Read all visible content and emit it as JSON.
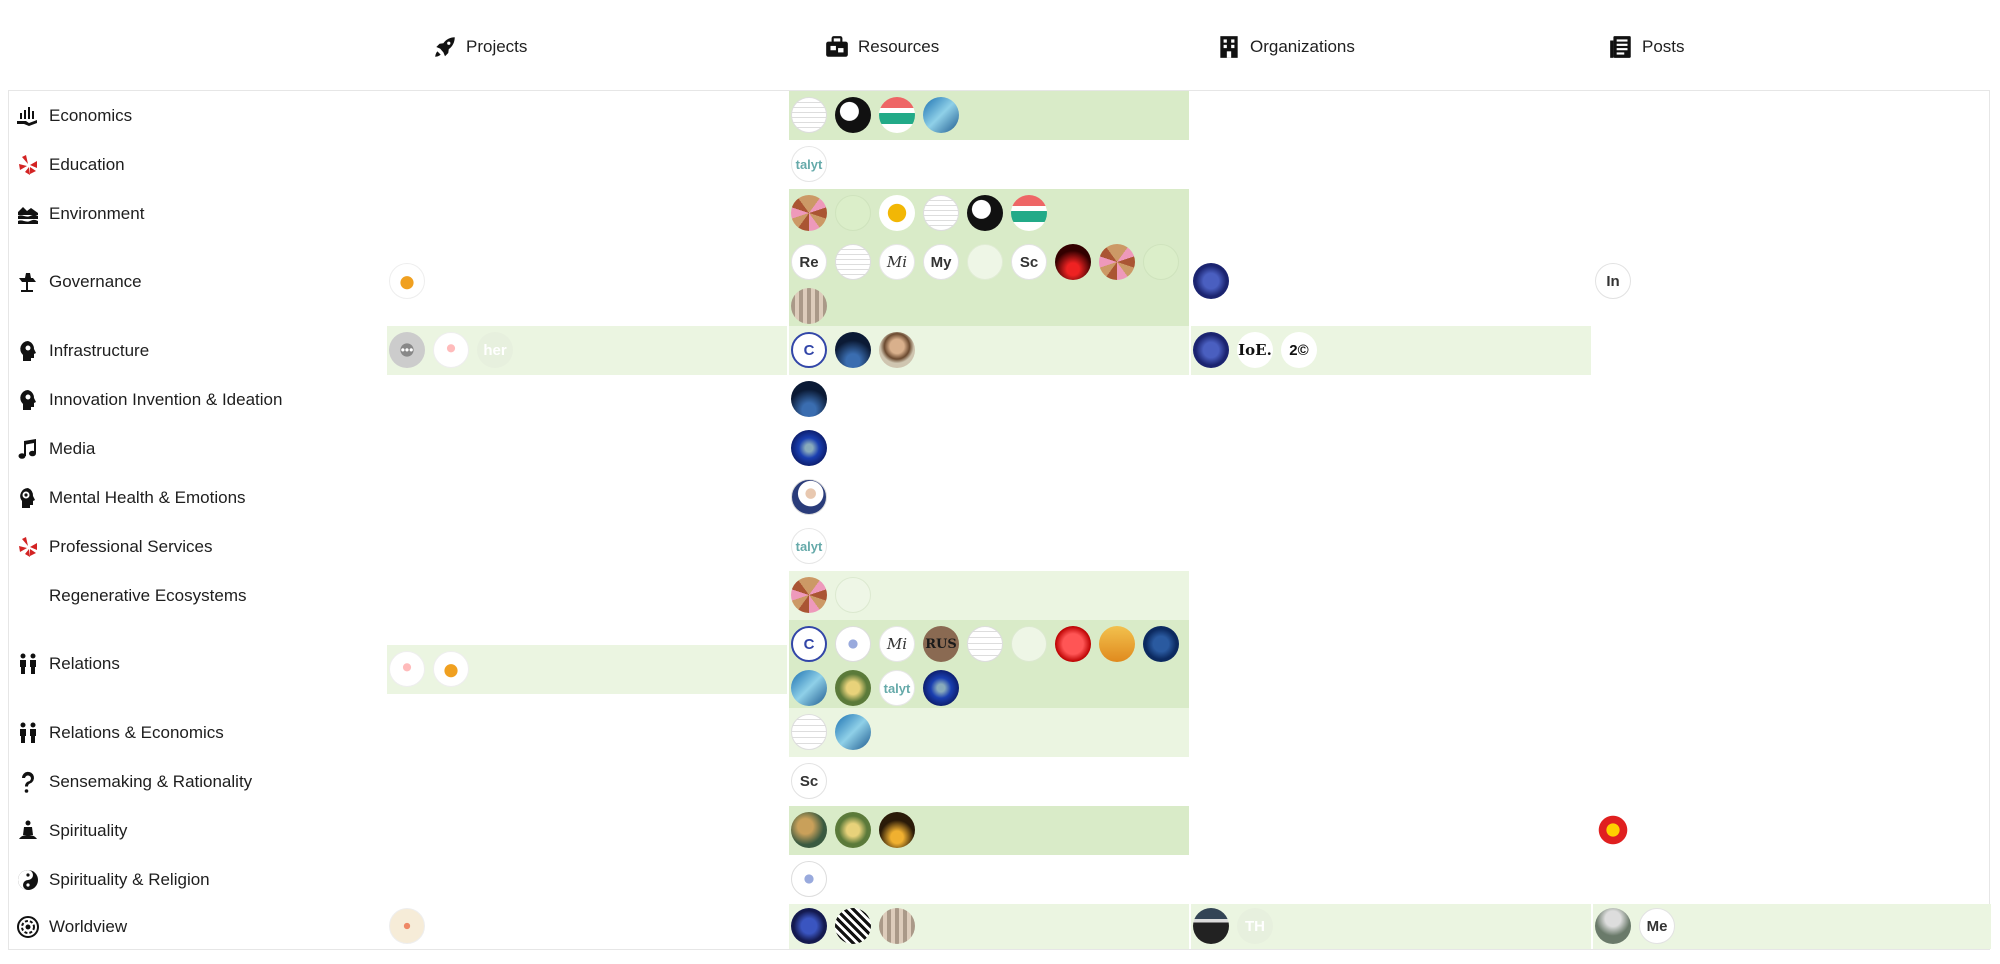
{
  "columns": [
    {
      "key": "projects",
      "label": "Projects",
      "icon": "rocket-icon"
    },
    {
      "key": "resources",
      "label": "Resources",
      "icon": "resources-icon"
    },
    {
      "key": "organizations",
      "label": "Organizations",
      "icon": "building-icon"
    },
    {
      "key": "posts",
      "label": "Posts",
      "icon": "newspaper-icon"
    }
  ],
  "avatar_text": {
    "gov_re": "Re",
    "gov_my": "My",
    "gov_sc": "Sc",
    "gov_post_in": "In",
    "infra_her": "her",
    "infra_ioe": "IoE.",
    "infra_cc": "2©",
    "rel_rus": "RUS",
    "sense_sc": "Sc",
    "world_post_me": "Me",
    "world_th": "TH",
    "edu_talyt": "talyt",
    "prof_talyt": "talyt",
    "rel_talyt": "talyt",
    "gov_mi": "Mi",
    "rel_mi": "Mi"
  },
  "rows": [
    {
      "label": "Economics",
      "icon": "chart-hand-icon",
      "counts": {
        "projects": 0,
        "resources": 4,
        "organizations": 0,
        "posts": 0
      }
    },
    {
      "label": "Education",
      "icon": "yelp-icon",
      "counts": {
        "projects": 0,
        "resources": 1,
        "organizations": 0,
        "posts": 0
      }
    },
    {
      "label": "Environment",
      "icon": "landscape-icon",
      "counts": {
        "projects": 0,
        "resources": 6,
        "organizations": 0,
        "posts": 0
      }
    },
    {
      "label": "Governance",
      "icon": "gavel-icon",
      "counts": {
        "projects": 1,
        "resources": 10,
        "organizations": 1,
        "posts": 1
      }
    },
    {
      "label": "Infrastructure",
      "icon": "head-gear-icon",
      "counts": {
        "projects": 3,
        "resources": 3,
        "organizations": 3,
        "posts": 0
      }
    },
    {
      "label": "Innovation Invention & Ideation",
      "icon": "head-gear-icon",
      "counts": {
        "projects": 0,
        "resources": 1,
        "organizations": 0,
        "posts": 0
      }
    },
    {
      "label": "Media",
      "icon": "music-icon",
      "counts": {
        "projects": 0,
        "resources": 1,
        "organizations": 0,
        "posts": 0
      }
    },
    {
      "label": "Mental Health & Emotions",
      "icon": "head-brain-icon",
      "counts": {
        "projects": 0,
        "resources": 1,
        "organizations": 0,
        "posts": 0
      }
    },
    {
      "label": "Professional Services",
      "icon": "yelp-icon",
      "counts": {
        "projects": 0,
        "resources": 1,
        "organizations": 0,
        "posts": 0
      }
    },
    {
      "label": "Regenerative Ecosystems",
      "icon": "blank-icon",
      "counts": {
        "projects": 0,
        "resources": 2,
        "organizations": 0,
        "posts": 0
      }
    },
    {
      "label": "Relations",
      "icon": "people-icon",
      "counts": {
        "projects": 2,
        "resources": 13,
        "organizations": 0,
        "posts": 0
      }
    },
    {
      "label": "Relations & Economics",
      "icon": "people-icon",
      "counts": {
        "projects": 0,
        "resources": 2,
        "organizations": 0,
        "posts": 0
      }
    },
    {
      "label": "Sensemaking & Rationality",
      "icon": "question-icon",
      "counts": {
        "projects": 0,
        "resources": 1,
        "organizations": 0,
        "posts": 0
      }
    },
    {
      "label": "Spirituality",
      "icon": "meditate-icon",
      "counts": {
        "projects": 0,
        "resources": 3,
        "organizations": 0,
        "posts": 1
      }
    },
    {
      "label": "Spirituality & Religion",
      "icon": "yin-yang-icon",
      "counts": {
        "projects": 0,
        "resources": 1,
        "organizations": 0,
        "posts": 0
      }
    },
    {
      "label": "Worldview",
      "icon": "eye-circle-icon",
      "counts": {
        "projects": 1,
        "resources": 3,
        "organizations": 2,
        "posts": 2
      }
    }
  ],
  "colors": {
    "highlight_strong": "#d9ebc8",
    "highlight_light": "#ebf5e1",
    "border": "#e6e6e6",
    "text": "#1e1e1e"
  }
}
